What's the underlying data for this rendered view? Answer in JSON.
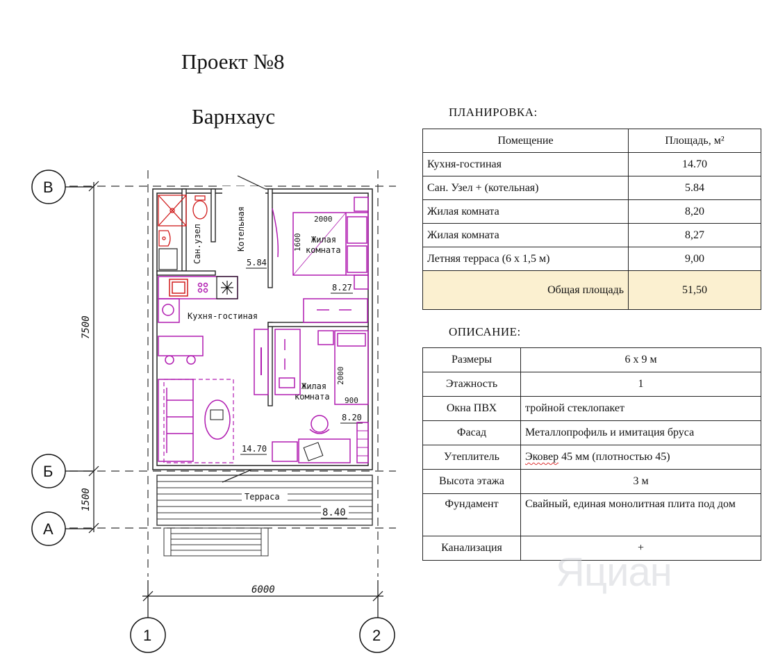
{
  "header": {
    "title": "Проект №8",
    "subtitle": "Барнхаус"
  },
  "plan_section": {
    "title": "ПЛАНИРОВКА:",
    "col_room": "Помещение",
    "col_area": "Площадь, м²",
    "rows": [
      {
        "room": "Кухня-гостиная",
        "area": "14.70"
      },
      {
        "room": "Сан. Узел + (котельная)",
        "area": "5.84"
      },
      {
        "room": "Жилая комната",
        "area": "8,20"
      },
      {
        "room": "Жилая комната",
        "area": "8,27"
      },
      {
        "room": "Летняя терраса (6 х 1,5 м)",
        "area": "9,00"
      }
    ],
    "total_label": "Общая площадь",
    "total_value": "51,50"
  },
  "desc_section": {
    "title": "ОПИСАНИЕ:",
    "rows": [
      {
        "key": "Размеры",
        "value": "6 х 9 м"
      },
      {
        "key": "Этажность",
        "value": "1"
      },
      {
        "key": "Окна ПВХ",
        "value": "тройной стеклопакет"
      },
      {
        "key": "Фасад",
        "value": "Металлопрофиль и имитация бруса"
      },
      {
        "key": "Утеплитель",
        "value_underlined": "Эковер",
        "value_rest": " 45 мм (плотностью 45)"
      },
      {
        "key": "Высота этажа",
        "value": "3 м"
      },
      {
        "key": "Фундамент",
        "value": "Свайный, единая монолитная плита под дом"
      },
      {
        "key": "Канализация",
        "value": "+"
      }
    ]
  },
  "floor_plan": {
    "axes": {
      "v": "В",
      "b": "Б",
      "a": "А",
      "one": "1",
      "two": "2"
    },
    "dims": {
      "height": "7500",
      "terrace": "1500",
      "width": "6000"
    },
    "rooms": {
      "bath": "Сан.узел",
      "boiler": "Котельная",
      "bath_area": "5.84",
      "bed1_line1": "Жилая",
      "bed1_line2": "комната",
      "bed1_area": "8.27",
      "kitchen": "Кухня-гостиная",
      "kitchen_area": "14.70",
      "bed2_line1": "Жилая",
      "bed2_line2": "комната",
      "bed2_area": "8.20",
      "terrace": "Терраса",
      "terrace_area": "8.40"
    },
    "furniture_dims": {
      "bed1_len": "2000",
      "bed1_w": "1600",
      "bed2_len": "2000",
      "bed2_w": "900"
    },
    "furniture_color": "#b01ab0",
    "sanitary_color": "#d01a1a"
  },
  "watermark": "Яциан"
}
